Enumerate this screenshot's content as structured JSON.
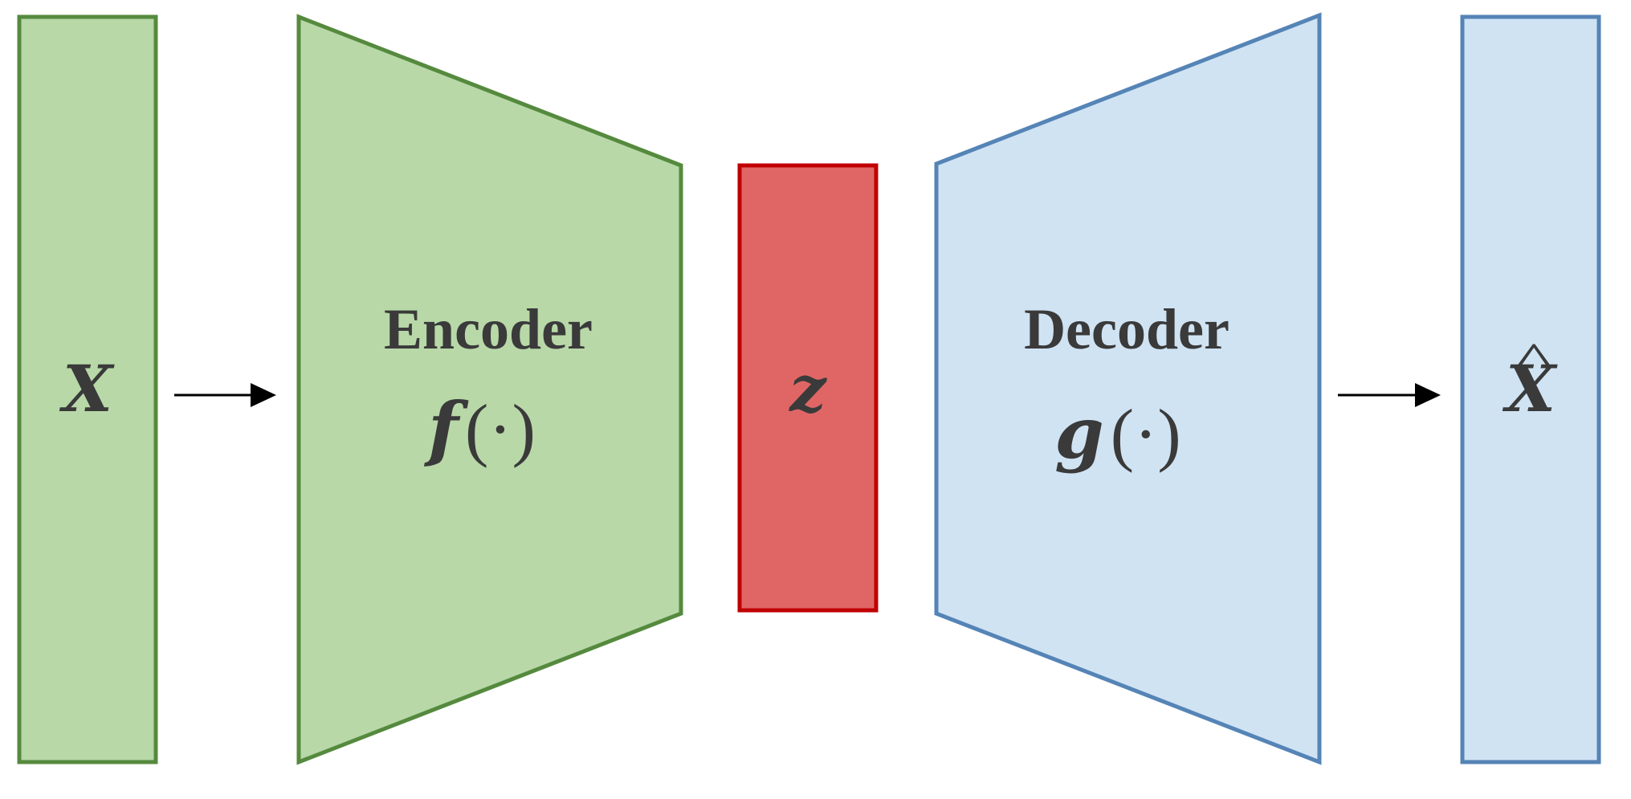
{
  "colors": {
    "input_fill": "#b8d8a8",
    "input_stroke": "#558a3e",
    "latent_fill": "#e06666",
    "latent_stroke": "#c00000",
    "output_fill": "#d0e3f3",
    "output_stroke": "#5584b6",
    "text": "#3a3a3a",
    "arrow": "#000000"
  },
  "input": {
    "symbol": "X"
  },
  "encoder": {
    "label": "Encoder",
    "func": "f",
    "arg": "(·)"
  },
  "latent": {
    "symbol": "z"
  },
  "decoder": {
    "label": "Decoder",
    "func": "g",
    "arg": "(·)"
  },
  "output": {
    "symbol": "X",
    "accent": "^"
  }
}
